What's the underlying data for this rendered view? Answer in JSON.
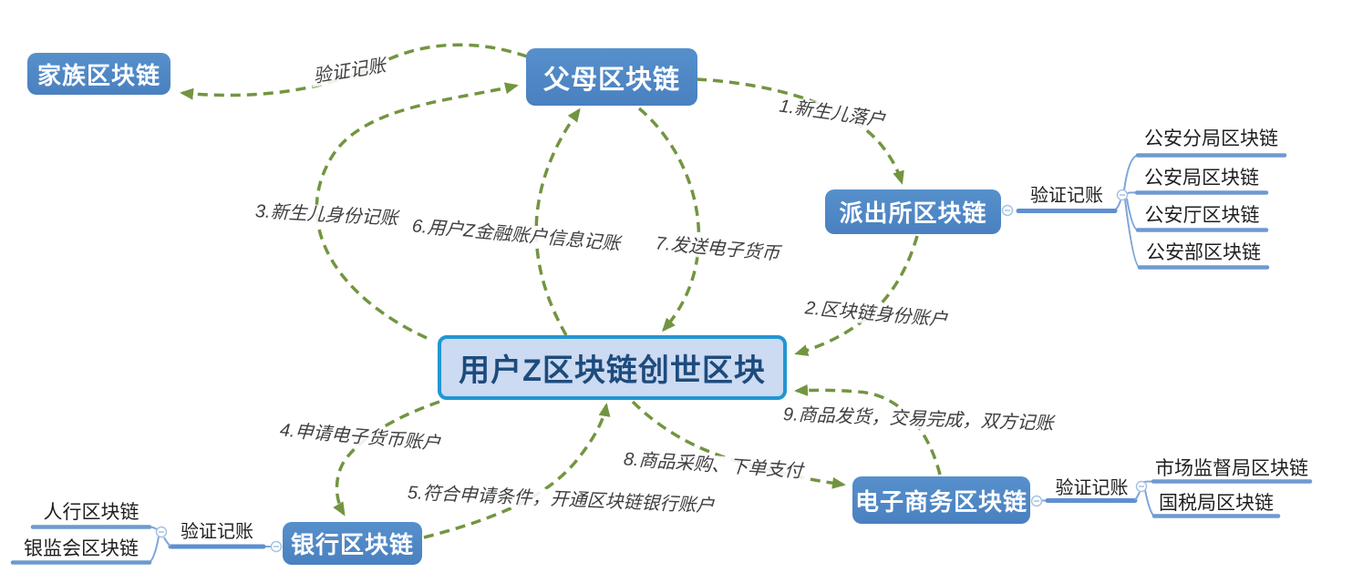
{
  "central": {
    "label": "用户Z区块链创世区块"
  },
  "nodes": {
    "family": {
      "label": "家族区块链"
    },
    "parents": {
      "label": "父母区块链"
    },
    "police": {
      "label": "派出所区块链"
    },
    "bank": {
      "label": "银行区块链"
    },
    "ecommerce": {
      "label": "电子商务区块链"
    }
  },
  "branches": {
    "police": {
      "connector_label": "验证记账",
      "children": [
        {
          "label": "公安分局区块链"
        },
        {
          "label": "公安局区块链"
        },
        {
          "label": "公安厅区块链"
        },
        {
          "label": "公安部区块链"
        }
      ]
    },
    "bank": {
      "connector_label": "验证记账",
      "children": [
        {
          "label": "人行区块链"
        },
        {
          "label": "银监会区块链"
        }
      ]
    },
    "ecommerce": {
      "connector_label": "验证记账",
      "children": [
        {
          "label": "市场监督局区块链"
        },
        {
          "label": "国税局区块链"
        }
      ]
    }
  },
  "relationships": [
    {
      "label": "验证记账",
      "from": "父母区块链",
      "to": "家族区块链"
    },
    {
      "label": "1.新生儿落户",
      "from": "父母区块链",
      "to": "派出所区块链"
    },
    {
      "label": "2.区块链身份账户",
      "from": "派出所区块链",
      "to": "用户Z区块链创世区块"
    },
    {
      "label": "3.新生儿身份记账",
      "from": "用户Z区块链创世区块",
      "to": "父母区块链"
    },
    {
      "label": "4.申请电子货币账户",
      "from": "用户Z区块链创世区块",
      "to": "银行区块链"
    },
    {
      "label": "5.符合申请条件，开通区块链银行账户",
      "from": "银行区块链",
      "to": "用户Z区块链创世区块"
    },
    {
      "label": "6.用户Z金融账户信息记账",
      "from": "用户Z区块链创世区块",
      "to": "父母区块链"
    },
    {
      "label": "7.发送电子货币",
      "from": "父母区块链",
      "to": "用户Z区块链创世区块"
    },
    {
      "label": "8.商品采购、下单支付",
      "from": "用户Z区块链创世区块",
      "to": "电子商务区块链"
    },
    {
      "label": "9.商品发货，交易完成，双方记账",
      "from": "电子商务区块链",
      "to": "用户Z区块链创世区块"
    }
  ],
  "colors": {
    "node_blue": "#4e86c6",
    "node_text": "#ffffff",
    "central_fill": "#ccdaf2",
    "central_border": "#2196d3",
    "central_text": "#1d4b7c",
    "relationship_green": "#729540",
    "relationship_label": "#3f3f3f",
    "connector_blue": "#5e8fd0",
    "background": "#ffffff"
  }
}
